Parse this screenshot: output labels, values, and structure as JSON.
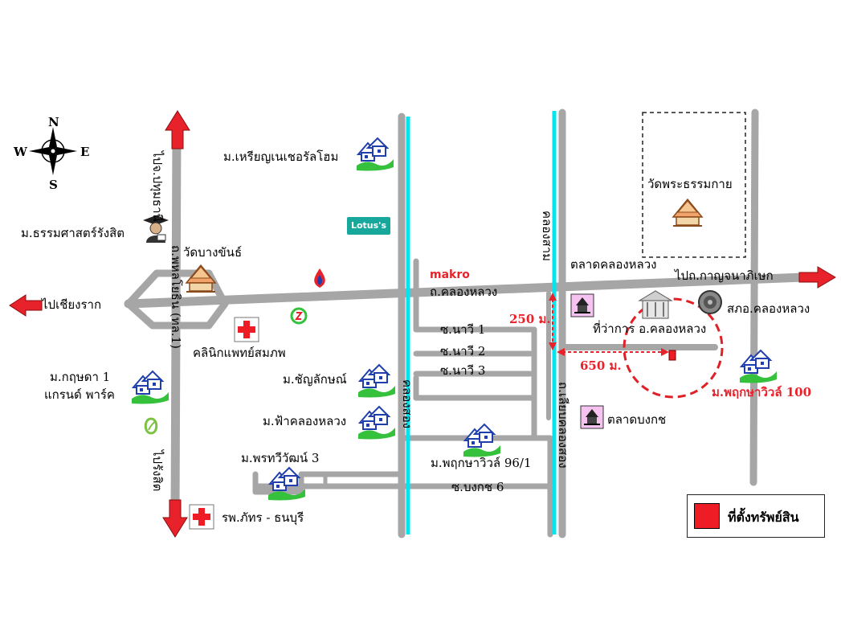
{
  "compass": {
    "n": "N",
    "s": "S",
    "e": "E",
    "w": "W"
  },
  "labels": {
    "to_pathum": "ไปจ.ปทุมธานี",
    "to_rangsit": "ไปรังสิต",
    "phahon_road": "ถ.พหลโยธิน (ทล.1)",
    "to_chiangrak": "ไปเชียงราก",
    "to_kanchanaphisek": "ไปถ.กาญจนาภิเษก",
    "khlong_luang_road": "ถ.คลองหลวง",
    "khlong_sam": "คลองสาม",
    "khlong_song": "คลองสอง",
    "khlong_song_road": "ถ.เลียบคลองสอง",
    "wat_dhammakaya": "วัดพระธรรมกาย",
    "thammasat": "ม.ธรรมศาสตร์รังสิต",
    "wat_bangkhan": "วัดบางขันธ์",
    "rian_nesarhome": "ม.เหรียญเนเชอรัลโฮม",
    "kritsada": "ม.กฤษดา 1",
    "grand_park": "แกรนด์ พาร์ค",
    "clinic": "คลินิกแพทย์สมภพ",
    "chanyalak": "ม.ชัญลักษณ์",
    "fa_khlongluang": "ม.ฟ้าคลองหลวง",
    "phonthawiwat": "ม.พรทวีวัฒน์ 3",
    "hospital": "รพ.ภัทร - ธนบุรี",
    "soi_nawi1": "ซ.นาวี 1",
    "soi_nawi2": "ซ.นาวี 2",
    "soi_nawi3": "ซ.นาวี 3",
    "phruksa961": "ม.พฤกษาวิวล์ 96/1",
    "soi_bongkot6": "ซ.บงกช 6",
    "market_khlongluang": "ตลาดคลองหลวง",
    "district_office": "ที่ว่าการ อ.คลองหลวง",
    "sao_khlongluang": "สภอ.คลองหลวง",
    "market_bongkot": "ตลาดบงกช",
    "phruksa100": "ม.พฤกษาวิวล์ 100",
    "dist_250": "250 ม.",
    "dist_650": "650 ม.",
    "lotus": "Lotus's",
    "makro": "makro"
  },
  "legend": {
    "text": "ที่ตั้งทรัพย์สิน",
    "color": "#ee1c25"
  },
  "colors": {
    "road": "#a6a6a6",
    "canal": "#00e5f0",
    "arrow": "#e8222b",
    "house_green": "#35c13c",
    "house_blue": "#1f3fae"
  }
}
